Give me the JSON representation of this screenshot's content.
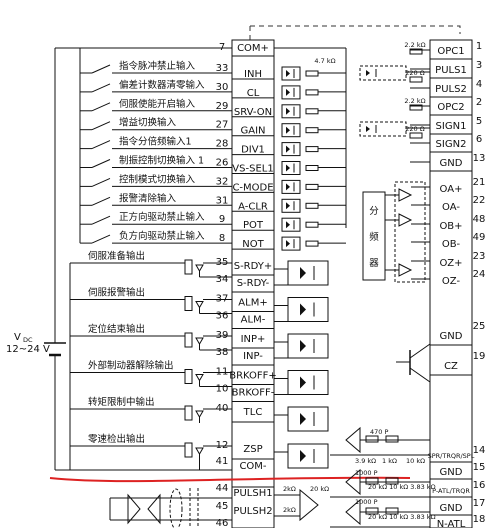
{
  "supply": {
    "label": "V",
    "sub": "DC",
    "voltage": "12~24 V"
  },
  "inputs": [
    {
      "label": "指令脉冲禁止输入",
      "signal": "INH",
      "pin": "33"
    },
    {
      "label": "偏差计数器清零输入",
      "signal": "CL",
      "pin": "30"
    },
    {
      "label": "伺服使能开启输入",
      "signal": "SRV-ON",
      "pin": "29"
    },
    {
      "label": "增益切换输入",
      "signal": "GAIN",
      "pin": "27"
    },
    {
      "label": "指令分倍频输入1",
      "signal": "DIV1",
      "pin": "28"
    },
    {
      "label": "制振控制切换输入 1",
      "signal": "VS-SEL1",
      "pin": "26"
    },
    {
      "label": "控制模式切换输入",
      "signal": "C-MODE",
      "pin": "32"
    },
    {
      "label": "报警清除输入",
      "signal": "A-CLR",
      "pin": "31"
    },
    {
      "label": "正方向驱动禁止输入",
      "signal": "POT",
      "pin": "9"
    },
    {
      "label": "负方向驱动禁止输入",
      "signal": "NOT",
      "pin": "8"
    }
  ],
  "com_plus": {
    "signal": "COM+",
    "pin": "7"
  },
  "resistor_top": "4.7 kΩ",
  "outputs": [
    {
      "label": "伺服准备输出",
      "plus": "S-RDY+",
      "plus_pin": "35",
      "minus": "S-RDY-",
      "minus_pin": "34"
    },
    {
      "label": "伺服报警输出",
      "plus": "ALM+",
      "plus_pin": "37",
      "minus": "ALM-",
      "minus_pin": "36"
    },
    {
      "label": "定位结束输出",
      "plus": "INP+",
      "plus_pin": "39",
      "minus": "INP-",
      "minus_pin": "38"
    },
    {
      "label": "外部制动器解除输出",
      "plus": "BRKOFF+",
      "plus_pin": "11",
      "minus": "BRKOFF-",
      "minus_pin": "10"
    }
  ],
  "single_outputs": [
    {
      "label": "转矩限制中输出",
      "signal": "TLC",
      "pin": "40"
    },
    {
      "label": "零速检出输出",
      "signal": "ZSP",
      "pin": "12"
    }
  ],
  "com_minus": {
    "signal": "COM-",
    "pin": "41"
  },
  "pulse_in": [
    {
      "signal": "PULSH1",
      "pin": "44"
    },
    {
      "signal": "PULSH2",
      "pin": "45"
    },
    {
      "signal": "",
      "pin": "46"
    }
  ],
  "right_top": [
    {
      "signal": "OPC1",
      "pin": "1"
    },
    {
      "signal": "PULS1",
      "pin": "3"
    },
    {
      "signal": "PULS2",
      "pin": "4"
    },
    {
      "signal": "OPC2",
      "pin": "2"
    },
    {
      "signal": "SIGN1",
      "pin": "5"
    },
    {
      "signal": "SIGN2",
      "pin": "6"
    },
    {
      "signal": "GND",
      "pin": "13"
    }
  ],
  "right_res": [
    "2.2 kΩ",
    "220 Ω",
    "2.2 kΩ",
    "220 Ω"
  ],
  "right_enc": [
    {
      "signal": "OA+",
      "pin": "21"
    },
    {
      "signal": "OA-",
      "pin": "22"
    },
    {
      "signal": "OB+",
      "pin": "48"
    },
    {
      "signal": "OB-",
      "pin": "49"
    },
    {
      "signal": "OZ+",
      "pin": "23"
    },
    {
      "signal": "OZ-",
      "pin": "24"
    }
  ],
  "divider": [
    "分",
    "频",
    "器"
  ],
  "right_low": [
    {
      "signal": "GND",
      "pin": "25"
    },
    {
      "signal": "CZ",
      "pin": "19"
    }
  ],
  "right_bottom": [
    {
      "signal": "SPR/TRQR/SPL",
      "pin": "14"
    },
    {
      "signal": "GND",
      "pin": "15"
    },
    {
      "signal": "P-ATL/TRQR",
      "pin": "16"
    },
    {
      "signal": "GND",
      "pin": "17"
    },
    {
      "signal": "N-ATL",
      "pin": "18"
    }
  ],
  "colors": {
    "line": "#111111",
    "redline": "#dd2222",
    "dash": "#333333"
  }
}
